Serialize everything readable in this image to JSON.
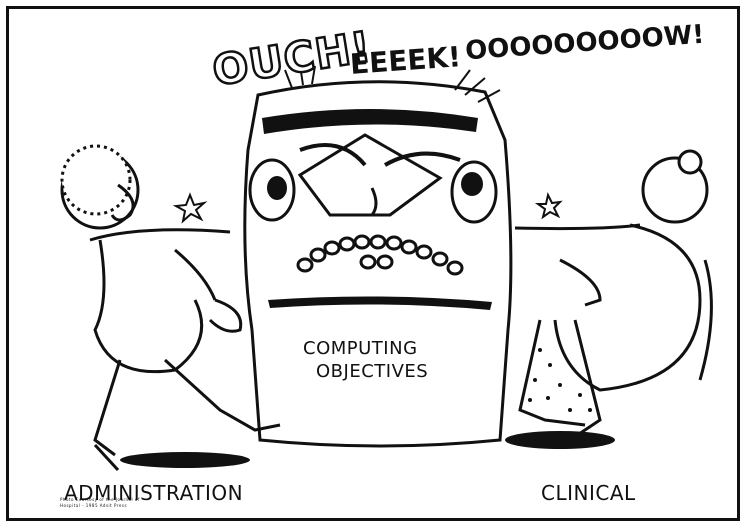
{
  "cartoon": {
    "exclamations": {
      "ouch": "OUCH!",
      "eeek": "EEEEK!",
      "ooow": "OOOOOOOOOW!"
    },
    "computer_label_line1": "COMPUTING",
    "computer_label_line2": "OBJECTIVES",
    "left_caption": "ADMINISTRATION",
    "right_caption": "CLINICAL",
    "credit_line1": "Photo Courtesy of the Journal of",
    "credit_line2": "Hospital - 1985 Adsit Press"
  }
}
